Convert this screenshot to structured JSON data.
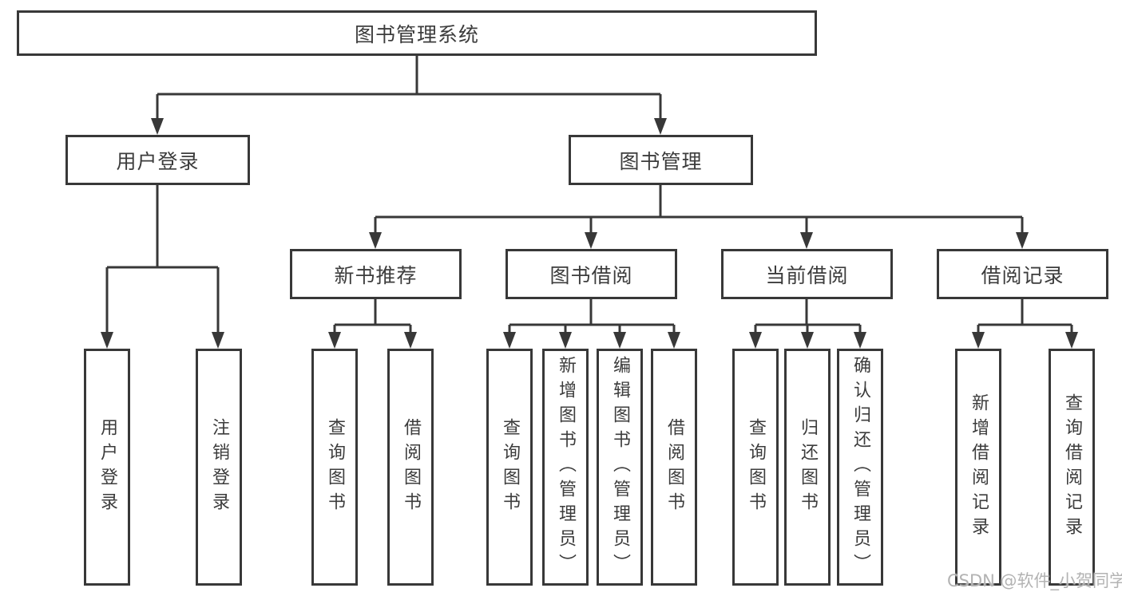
{
  "tree": {
    "label": "图书管理系统",
    "children": [
      {
        "label": "用户登录",
        "children": [
          {
            "label": "用户登录"
          },
          {
            "label": "注销登录"
          }
        ]
      },
      {
        "label": "图书管理",
        "children": [
          {
            "label": "新书推荐",
            "children": [
              {
                "label": "查询图书"
              },
              {
                "label": "借阅图书"
              }
            ]
          },
          {
            "label": "图书借阅",
            "children": [
              {
                "label": "查询图书"
              },
              {
                "label": "新增图书（管理员）"
              },
              {
                "label": "编辑图书（管理员）"
              },
              {
                "label": "借阅图书"
              }
            ]
          },
          {
            "label": "当前借阅",
            "children": [
              {
                "label": "查询图书"
              },
              {
                "label": "归还图书"
              },
              {
                "label": "确认归还（管理员）"
              }
            ]
          },
          {
            "label": "借阅记录",
            "children": [
              {
                "label": "新增借阅记录"
              },
              {
                "label": "查询借阅记录"
              }
            ]
          }
        ]
      }
    ]
  },
  "watermark": {
    "text": "CSDN @软件_小贺同学"
  },
  "colors": {
    "line": "#383838",
    "box_border": "#383838",
    "text": "#3c3c3c",
    "watermark": "#b3b3b3",
    "background": "#ffffff"
  }
}
